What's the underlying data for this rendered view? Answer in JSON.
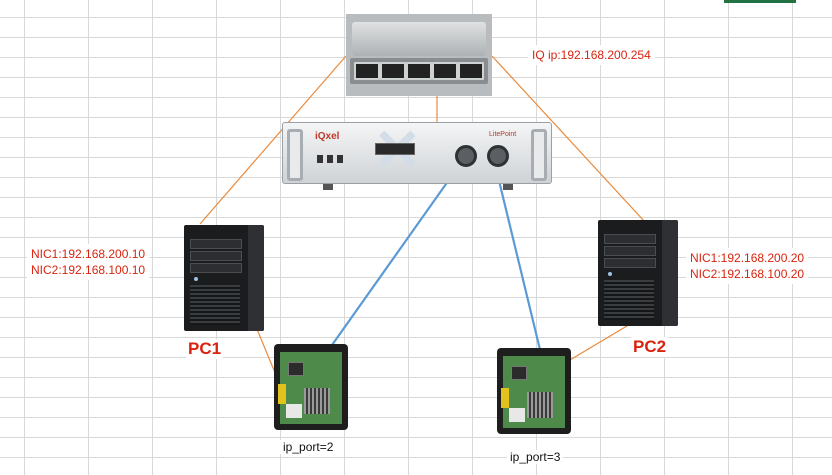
{
  "switch": {
    "label": "IQ ip:192.168.200.254"
  },
  "pc1": {
    "name": "PC1",
    "nic1": "NIC1:192.168.200.10",
    "nic2": "NIC2:192.168.100.10"
  },
  "pc2": {
    "name": "PC2",
    "nic1": "NIC1:192.168.200.20",
    "nic2": "NIC2:192.168.100.20"
  },
  "dut1": {
    "label": "ip_port=2"
  },
  "dut2": {
    "label": "ip_port=3"
  },
  "iq_device": {
    "logo": "iQxel",
    "brand": "LitePoint"
  },
  "colors": {
    "ethernet_line": "#e98a3c",
    "rf_line": "#5b9bd5",
    "label_text": "#d9230f"
  }
}
